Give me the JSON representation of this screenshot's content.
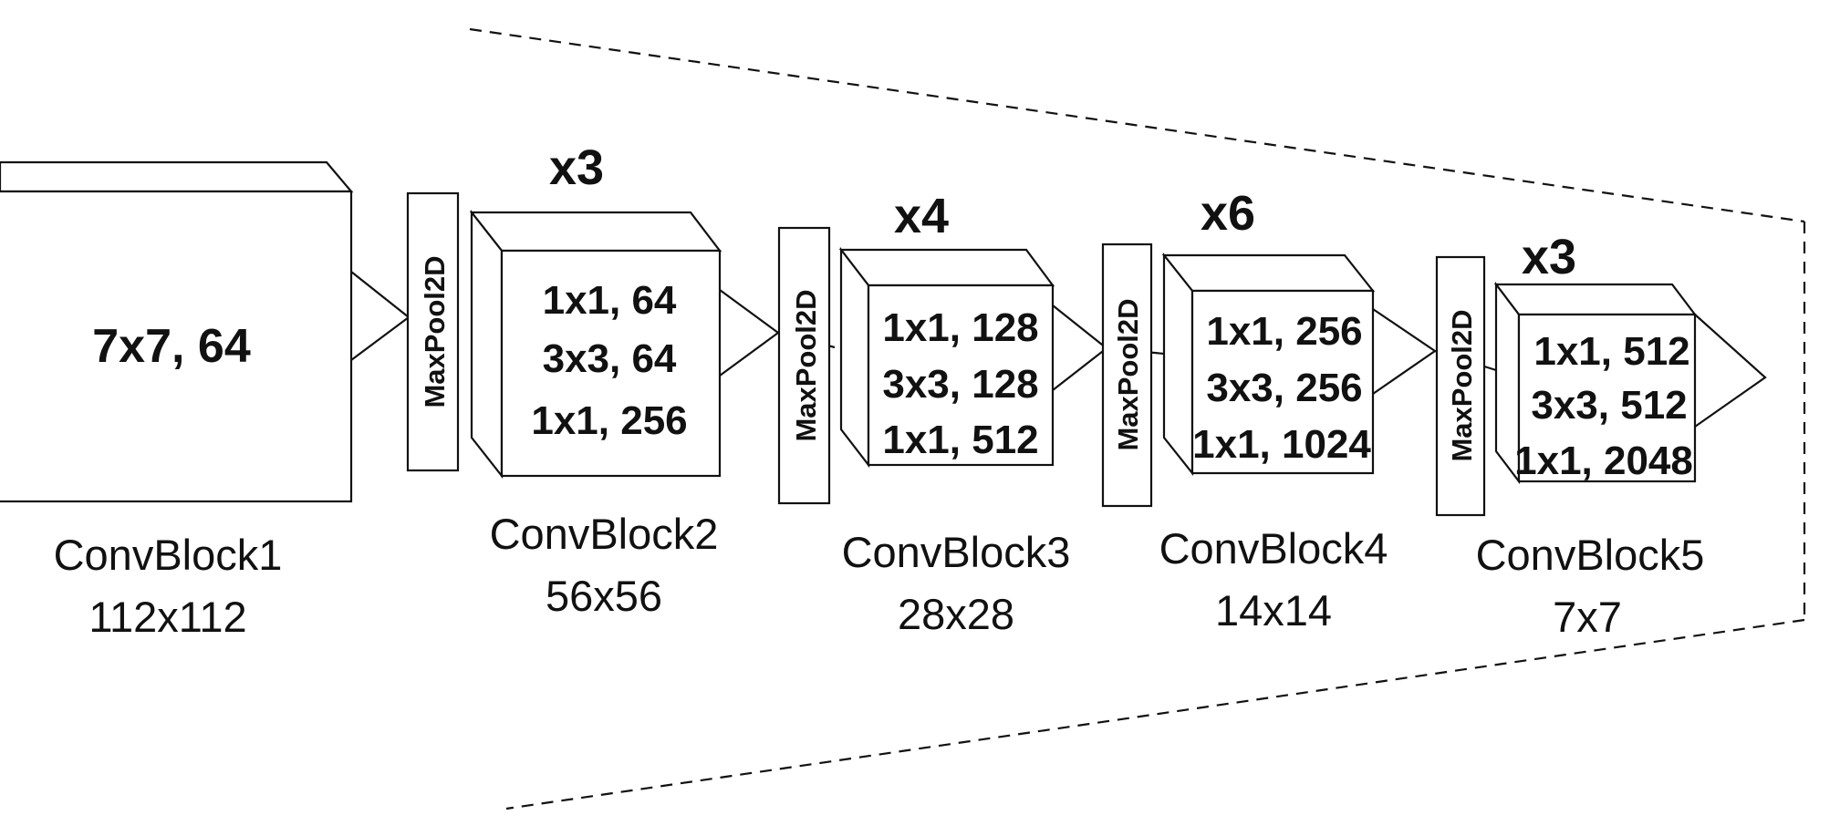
{
  "blocks": [
    {
      "name": "ConvBlock1",
      "size": "112x112",
      "layers": [
        "7x7, 64"
      ]
    },
    {
      "name": "ConvBlock2",
      "size": "56x56",
      "repeat": "x3",
      "layers": [
        "1x1, 64",
        "3x3, 64",
        "1x1, 256"
      ]
    },
    {
      "name": "ConvBlock3",
      "size": "28x28",
      "repeat": "x4",
      "layers": [
        "1x1, 128",
        "3x3, 128",
        "1x1, 512"
      ]
    },
    {
      "name": "ConvBlock4",
      "size": "14x14",
      "repeat": "x6",
      "layers": [
        "1x1, 256",
        "3x3, 256",
        "1x1, 1024"
      ]
    },
    {
      "name": "ConvBlock5",
      "size": "7x7",
      "repeat": "x3",
      "layers": [
        "1x1, 512",
        "3x3, 512",
        "1x1, 2048"
      ]
    }
  ],
  "pool_label": "MaxPool2D"
}
